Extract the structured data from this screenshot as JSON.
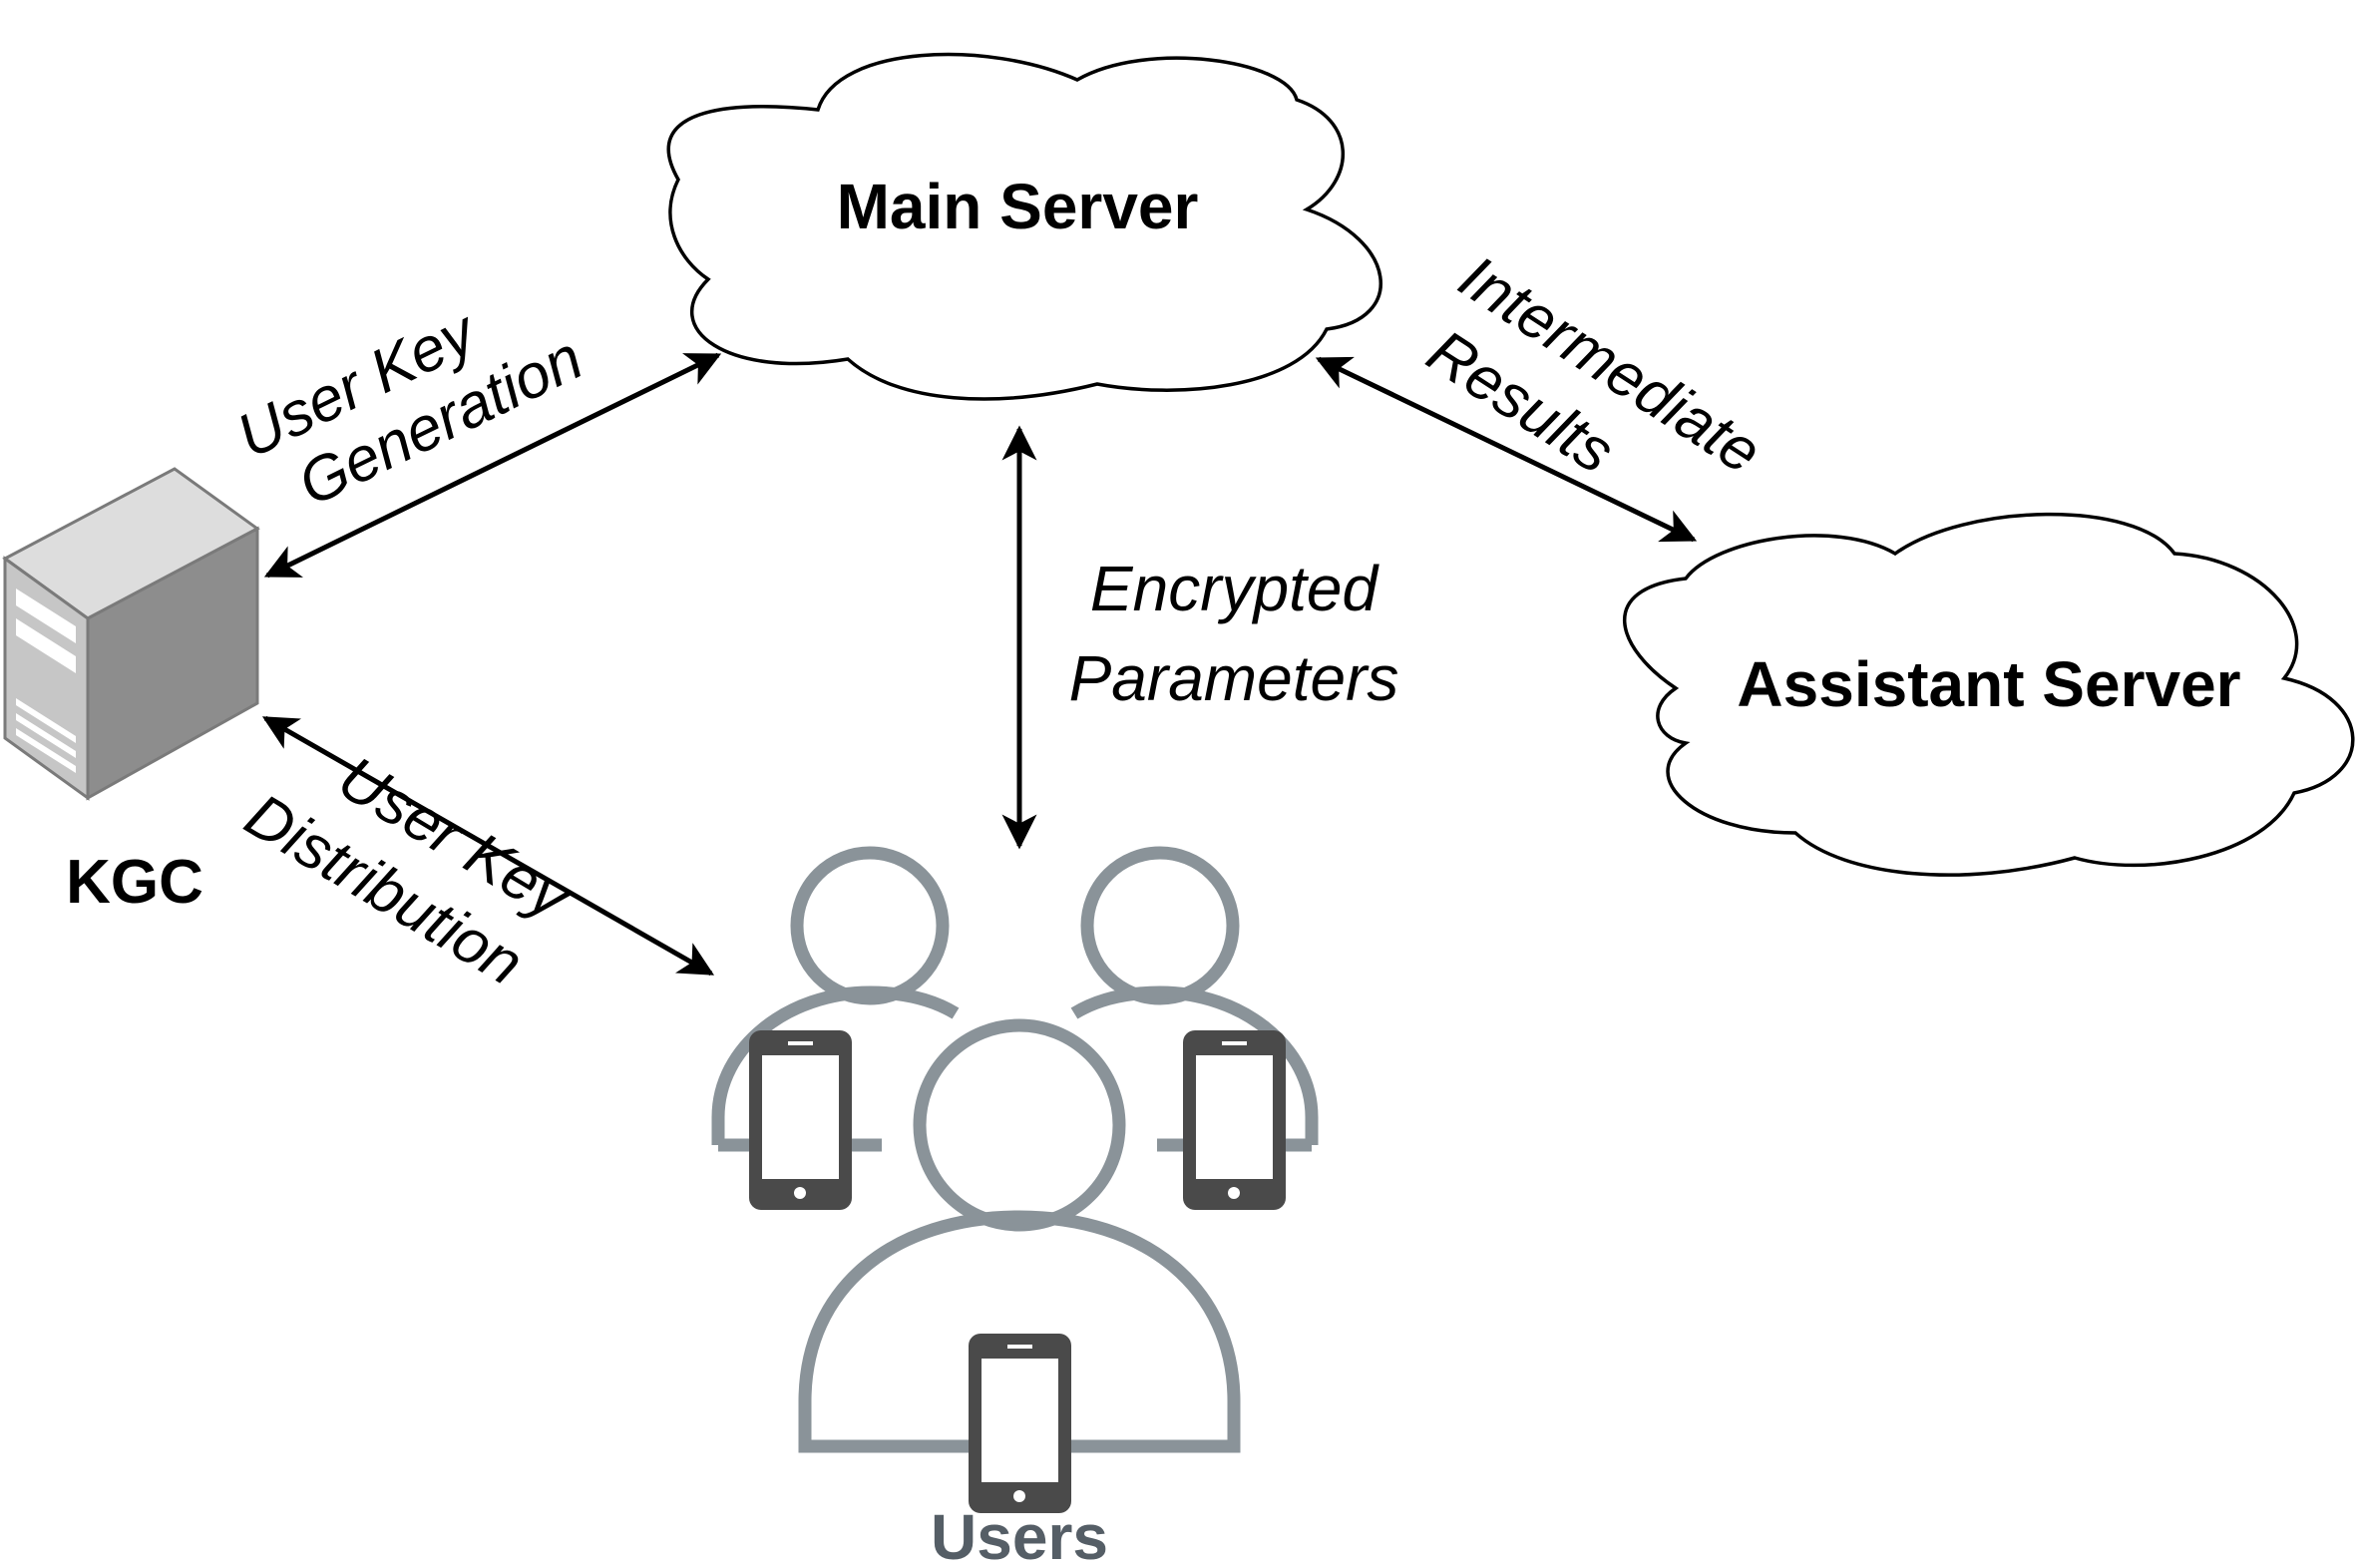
{
  "nodes": {
    "main_server": {
      "label": "Main Server"
    },
    "assistant_server": {
      "label": "Assistant Server"
    },
    "kgc": {
      "label": "KGC"
    },
    "users": {
      "label": "Users"
    }
  },
  "edges": {
    "user_key_generation": {
      "line1": "User Key",
      "line2": "Generation"
    },
    "user_key_distribution": {
      "line1": "User Key",
      "line2": "Distribution"
    },
    "encrypted_parameters": {
      "line1": "Encrypted",
      "line2": "Parameters"
    },
    "intermediate_results": {
      "line1": "Intermediate",
      "line2": "Results"
    }
  },
  "colors": {
    "stroke": "#000000",
    "user_outline": "#8a9399",
    "phone": "#4a4a4a",
    "users_label": "#555e66",
    "server_front": "#c6c6c6",
    "server_side": "#8d8d8d",
    "server_top": "#dddddd"
  }
}
